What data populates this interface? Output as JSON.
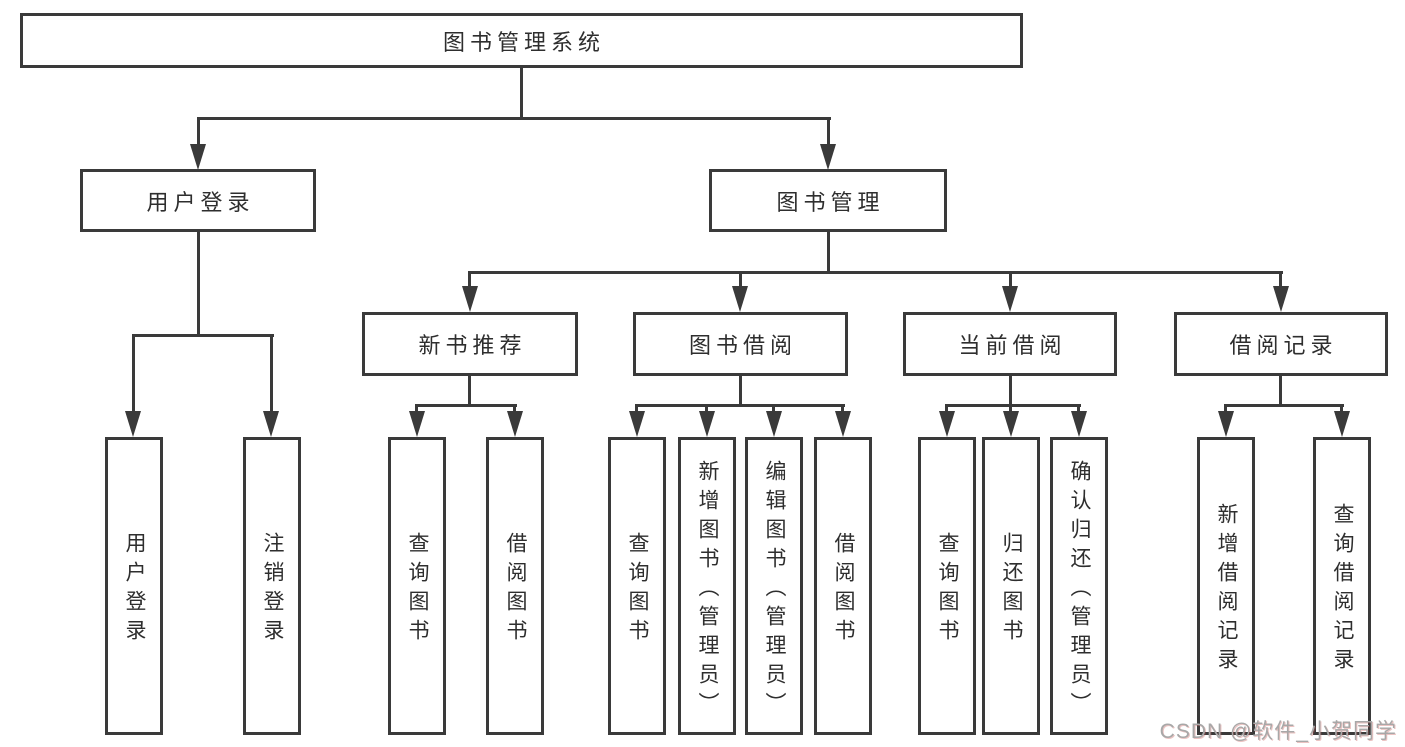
{
  "diagram": {
    "root": {
      "label": "图书管理系统"
    },
    "branches": [
      {
        "label": "用户登录",
        "children": [
          {
            "label": "用户登录"
          },
          {
            "label": "注销登录"
          }
        ]
      },
      {
        "label": "图书管理",
        "children": [
          {
            "label": "新书推荐",
            "children": [
              {
                "label": "查询图书"
              },
              {
                "label": "借阅图书"
              }
            ]
          },
          {
            "label": "图书借阅",
            "children": [
              {
                "label": "查询图书"
              },
              {
                "label": "新增图书（管理员）"
              },
              {
                "label": "编辑图书（管理员）"
              },
              {
                "label": "借阅图书"
              }
            ]
          },
          {
            "label": "当前借阅",
            "children": [
              {
                "label": "查询图书"
              },
              {
                "label": "归还图书"
              },
              {
                "label": "确认归还（管理员）"
              }
            ]
          },
          {
            "label": "借阅记录",
            "children": [
              {
                "label": "新增借阅记录"
              },
              {
                "label": "查询借阅记录"
              }
            ]
          }
        ]
      }
    ]
  },
  "watermark": {
    "text": "CSDN @软件_小贺同学"
  },
  "colors": {
    "line": "#3a3a3a",
    "text": "#2e2e2e",
    "background": "#ffffff",
    "watermark": "#a8a8a8"
  }
}
